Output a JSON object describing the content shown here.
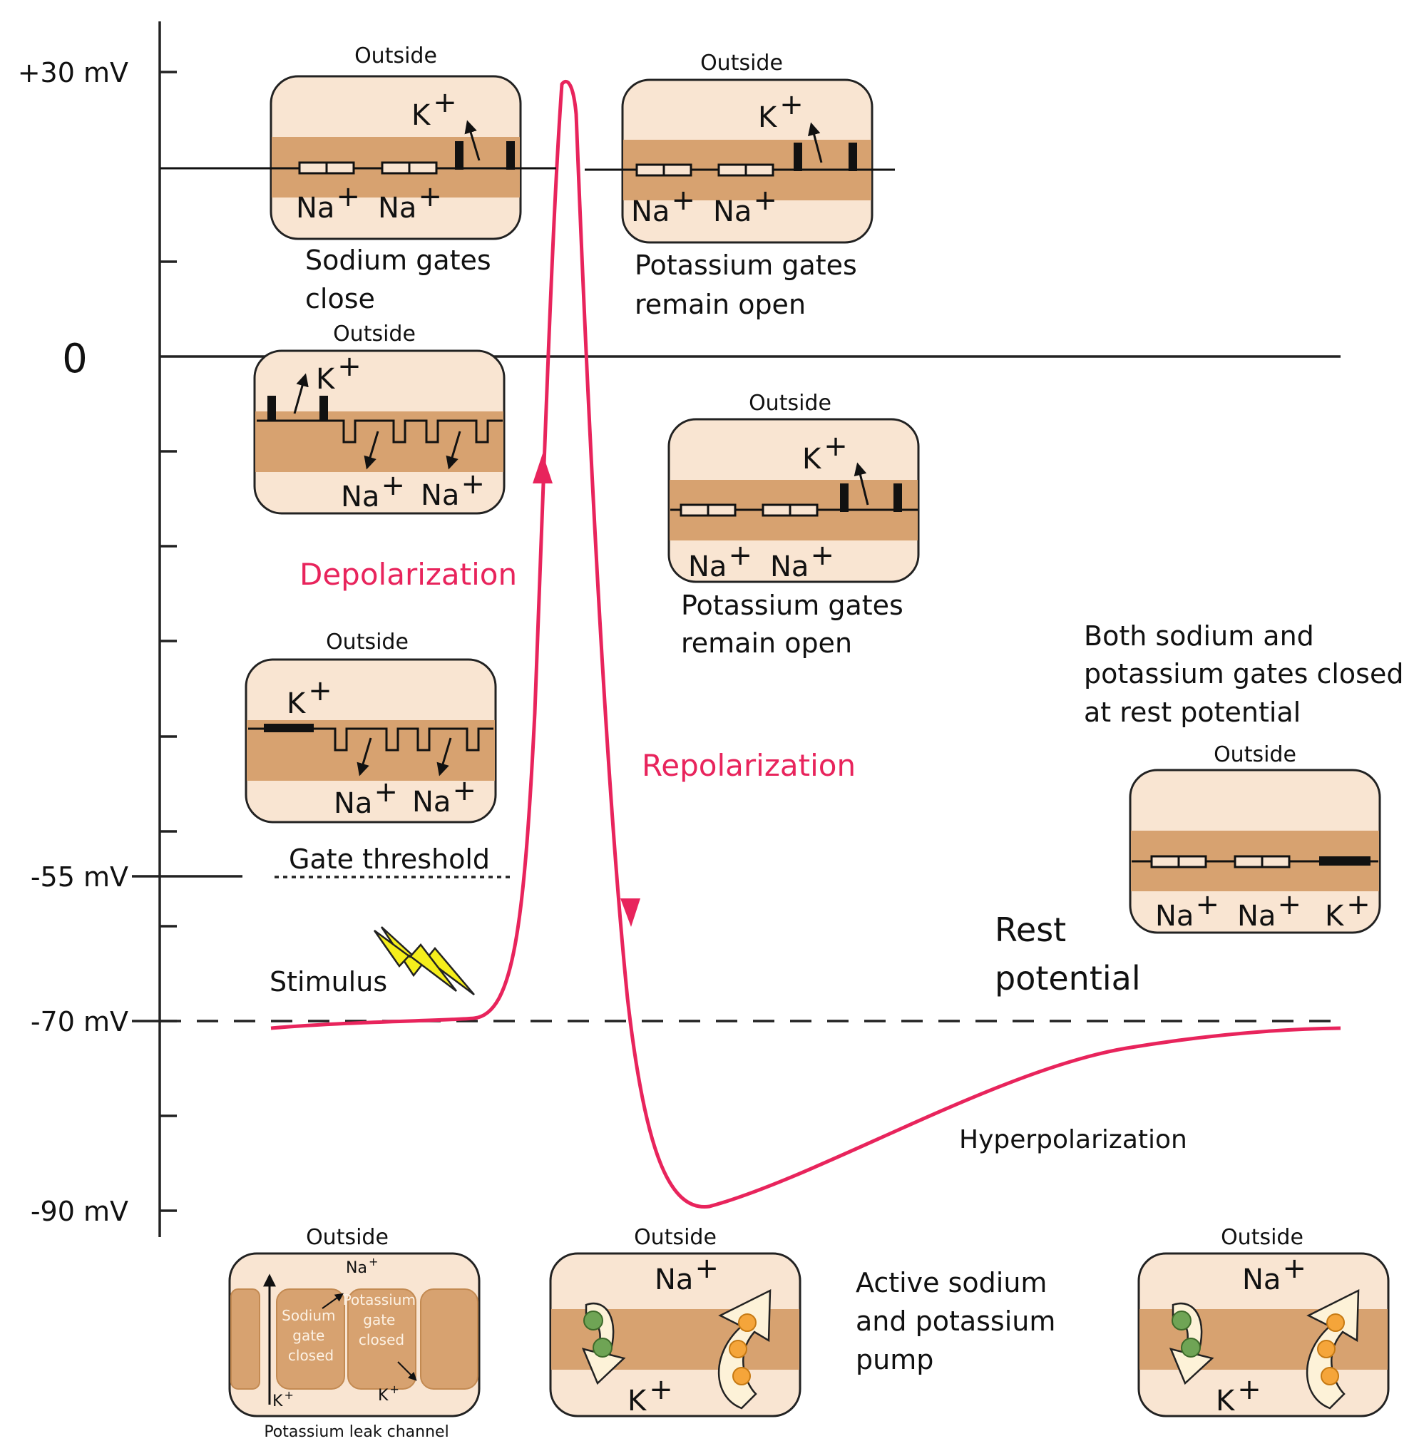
{
  "axis": {
    "ticks": [
      {
        "label": "+30 mV",
        "mv": 30
      },
      {
        "label": "0",
        "mv": 0
      },
      {
        "label": "-55 mV",
        "mv": -55
      },
      {
        "label": "-70 mV",
        "mv": -70
      },
      {
        "label": "-90 mV",
        "mv": -90
      }
    ]
  },
  "phases": {
    "depolarization": "Depolarization",
    "repolarization": "Repolarization",
    "hyperpolarization": "Hyperpolarization",
    "rest_line1": "Rest",
    "rest_line2": "potential",
    "stimulus": "Stimulus",
    "threshold": "Gate threshold"
  },
  "captions": {
    "sodium_close_1": "Sodium gates",
    "sodium_close_2": "close",
    "k_open_top_1": "Potassium gates",
    "k_open_top_2": "remain open",
    "k_open_mid_1": "Potassium gates",
    "k_open_mid_2": "remain open",
    "rest_info_1": "Both sodium and",
    "rest_info_2": "potassium gates closed",
    "rest_info_3": "at rest potential",
    "pump_1": "Active sodium",
    "pump_2": "and potassium",
    "pump_3": "pump",
    "leak_channel": "Potassium leak channel"
  },
  "cell": {
    "outside": "Outside",
    "na": "Na",
    "k": "K",
    "plus": "+",
    "sodium_gate_1": "Sodium",
    "sodium_gate_2": "gate",
    "sodium_gate_3": "closed",
    "potassium_gate_1": "Potassium",
    "potassium_gate_2": "gate",
    "potassium_gate_3": "closed"
  },
  "colors": {
    "trace": "#e8245c",
    "membrane": "#d7a270",
    "cell_bg": "#f9e5d2",
    "potassium_ball": "#6fa455",
    "sodium_ball": "#f5a53a",
    "bolt": "#f5ee1c"
  }
}
